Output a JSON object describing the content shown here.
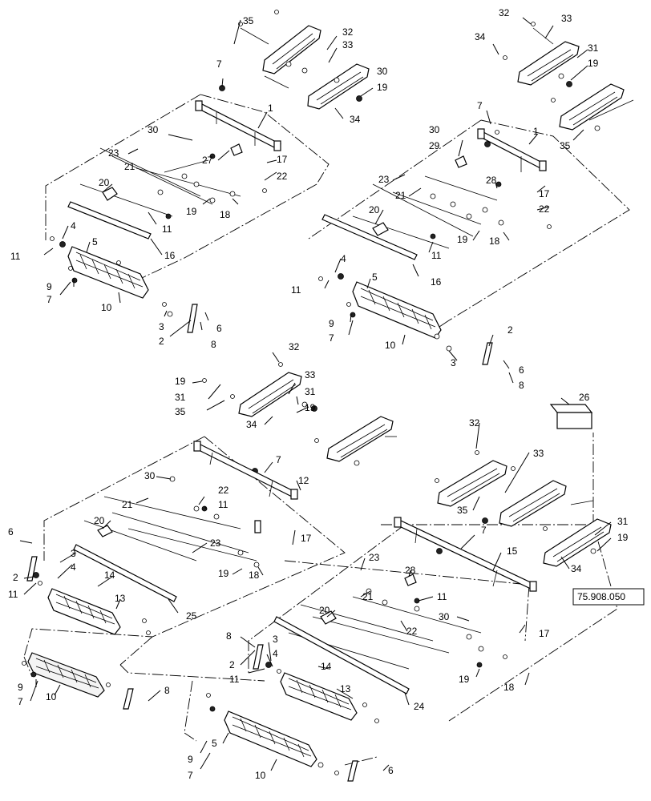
{
  "reference_box": {
    "label": "75.908.050"
  },
  "groups": {
    "top_left": {
      "callouts": [
        "35",
        "32",
        "33",
        "30",
        "19",
        "7",
        "34",
        "1",
        "30",
        "27",
        "17",
        "23",
        "21",
        "22",
        "20",
        "19",
        "18",
        "11",
        "4",
        "16",
        "11",
        "5",
        "9",
        "7",
        "10",
        "3",
        "2",
        "8",
        "6"
      ]
    },
    "top_right": {
      "callouts": [
        "32",
        "33",
        "34",
        "31",
        "19",
        "7",
        "35",
        "30",
        "29",
        "1",
        "23",
        "28",
        "17",
        "21",
        "22",
        "20",
        "19",
        "18",
        "11",
        "4",
        "16",
        "11",
        "5",
        "9",
        "7",
        "10",
        "3",
        "2",
        "6",
        "8"
      ]
    },
    "bottom_left": {
      "callouts": [
        "32",
        "19",
        "33",
        "31",
        "31",
        "19",
        "35",
        "34",
        "7",
        "12",
        "30",
        "22",
        "11",
        "21",
        "20",
        "23",
        "17",
        "6",
        "3",
        "19",
        "18",
        "4",
        "14",
        "2",
        "11",
        "25",
        "13",
        "9",
        "7",
        "10",
        "8"
      ]
    },
    "bottom_right": {
      "callouts": [
        "26",
        "32",
        "33",
        "35",
        "7",
        "31",
        "19",
        "15",
        "34",
        "23",
        "28",
        "11",
        "21",
        "20",
        "30",
        "22",
        "17",
        "8",
        "3",
        "4",
        "14",
        "19",
        "18",
        "2",
        "11",
        "13",
        "24",
        "5",
        "9",
        "7",
        "10",
        "6"
      ]
    }
  },
  "icons": {
    "part_shapes": "line-art-assembly-icon"
  }
}
